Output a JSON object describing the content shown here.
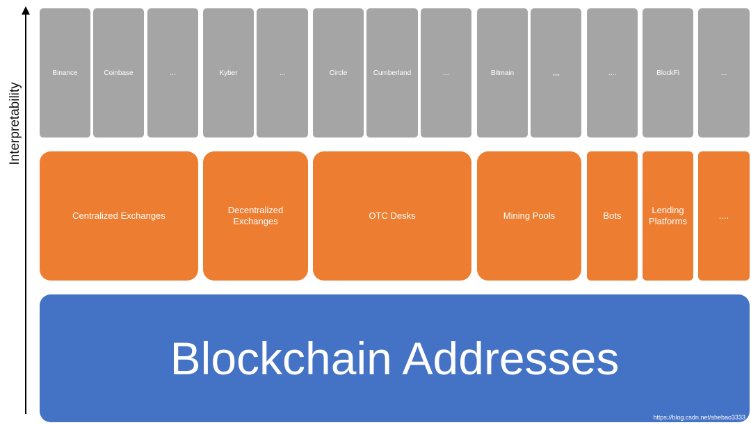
{
  "axis": {
    "label": "Interpretability"
  },
  "top_row": [
    "Binance",
    "Coinbase",
    "...",
    "Kyber",
    "...",
    "Circle",
    "Cumberland",
    "...",
    "Bitmain",
    ",,,,",
    "....",
    "BlockFi",
    "..."
  ],
  "middle_row": [
    "Centralized Exchanges",
    "Decentralized Exchanges",
    "OTC Desks",
    "Mining Pools",
    "Bots",
    "Lending Platforms",
    "...."
  ],
  "base": {
    "label": "Blockchain Addresses"
  },
  "watermark": "https://blog.csdn.net/shebao3333",
  "colors": {
    "top_boxes": "#a5a5a5",
    "middle_boxes": "#ed7d31",
    "base_box": "#4472c4"
  }
}
